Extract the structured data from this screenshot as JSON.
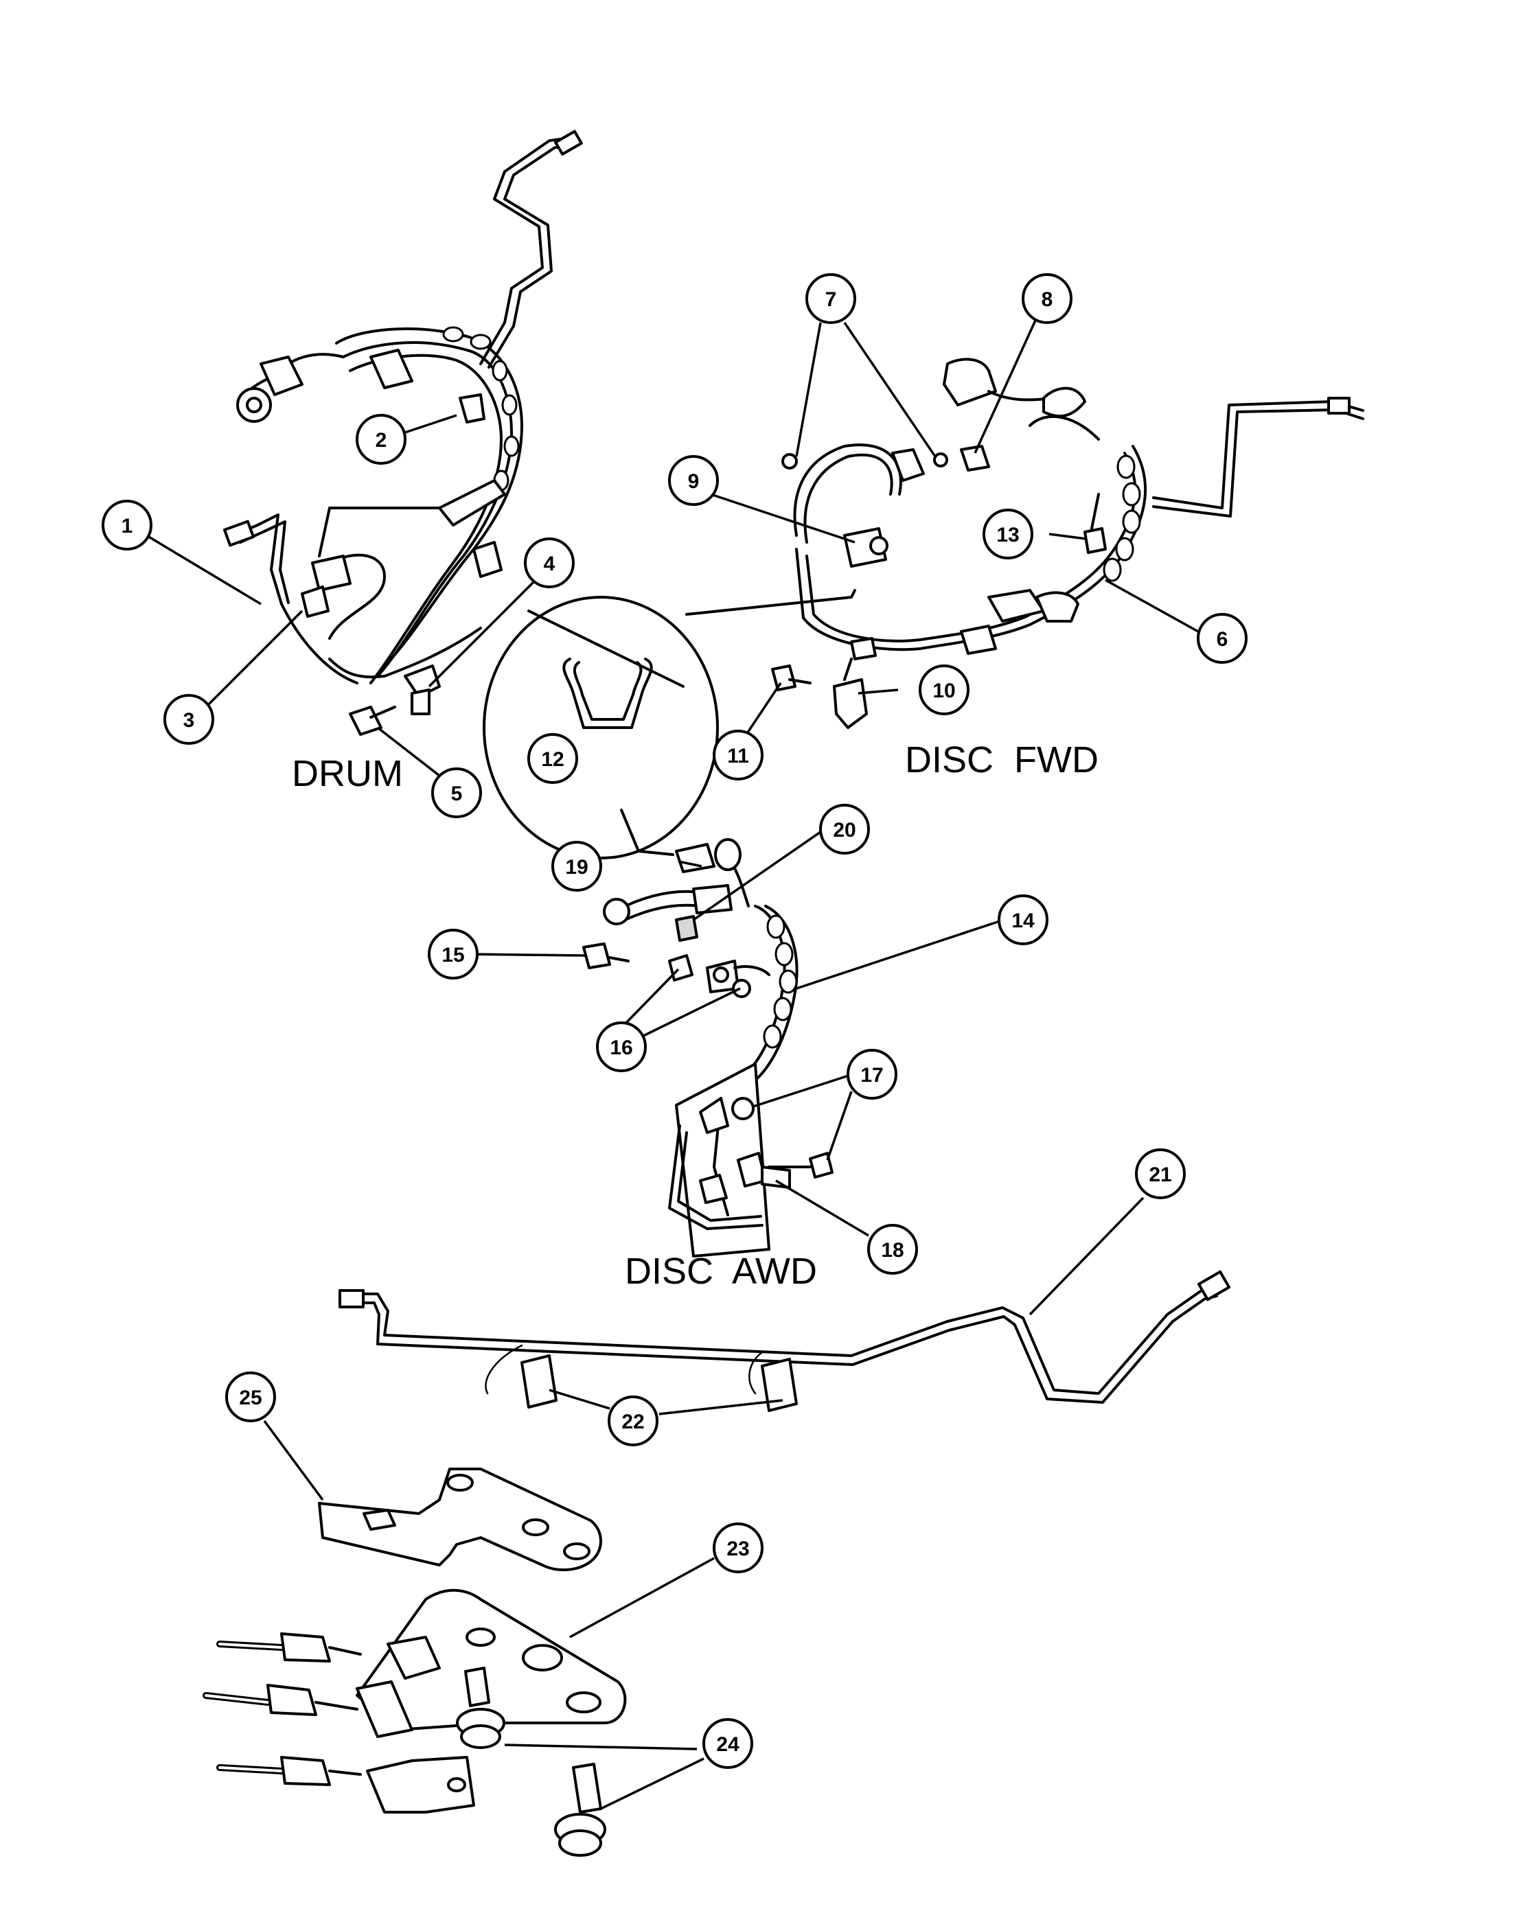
{
  "sections": {
    "drum": "DRUM",
    "disc_fwd": "DISC  FWD",
    "disc_awd": "DISC  AWD"
  },
  "callouts": {
    "c1": "1",
    "c2": "2",
    "c3": "3",
    "c4": "4",
    "c5": "5",
    "c6": "6",
    "c7": "7",
    "c8": "8",
    "c9": "9",
    "c10": "10",
    "c11": "11",
    "c12": "12",
    "c13": "13",
    "c14": "14",
    "c15": "15",
    "c16": "16",
    "c17": "17",
    "c18": "18",
    "c19": "19",
    "c20": "20",
    "c21": "21",
    "c22": "22",
    "c23": "23",
    "c24": "24",
    "c25": "25"
  }
}
